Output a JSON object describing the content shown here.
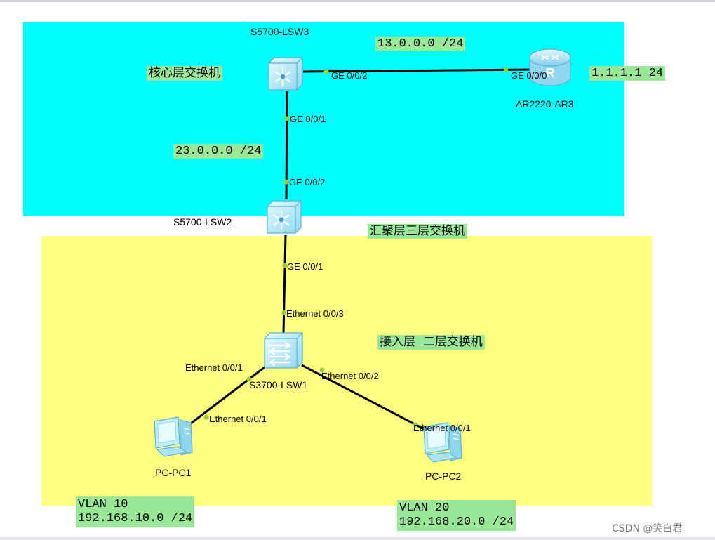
{
  "zones": {
    "core_color": "#00ffff",
    "access_color": "#ffff80"
  },
  "labels": {
    "core_layer": "核心层交换机",
    "distribution_layer": "汇聚层三层交换机",
    "access_layer": "接入层  二层交换机",
    "net_core_router": "13.0.0.0 /24",
    "net_core_dist": "23.0.0.0 /24",
    "router_loopback": "1.1.1.1 24",
    "vlan10_name": "VLAN 10",
    "vlan10_net": "192.168.10.0 /24",
    "vlan20_name": "VLAN 20",
    "vlan20_net": "192.168.20.0 /24",
    "label_color": "#98e898"
  },
  "devices": {
    "lsw3": {
      "name": "S5700-LSW3",
      "icon": "layer3-switch-icon"
    },
    "ar3": {
      "name": "AR2220-AR3",
      "icon": "router-icon"
    },
    "lsw2": {
      "name": "S5700-LSW2",
      "icon": "layer3-switch-icon"
    },
    "lsw1": {
      "name": "S3700-LSW1",
      "icon": "layer2-switch-icon"
    },
    "pc1": {
      "name": "PC-PC1",
      "icon": "pc-icon"
    },
    "pc2": {
      "name": "PC-PC2",
      "icon": "pc-icon"
    }
  },
  "ports": {
    "lsw3_to_ar3": "GE 0/0/2",
    "ar3_to_lsw3": "GE 0/0/0",
    "lsw3_to_lsw2": "GE 0/0/1",
    "lsw2_to_lsw3": "GE 0/0/2",
    "lsw2_to_lsw1": "GE 0/0/1",
    "lsw1_to_lsw2": "Ethernet 0/0/3",
    "lsw1_to_pc1": "Ethernet 0/0/1",
    "pc1_to_lsw1": "Ethernet 0/0/1",
    "lsw1_to_pc2": "Ethernet 0/0/2",
    "pc2_to_lsw1": "Ethernet 0/0/1"
  },
  "watermark": "CSDN @笑白君"
}
